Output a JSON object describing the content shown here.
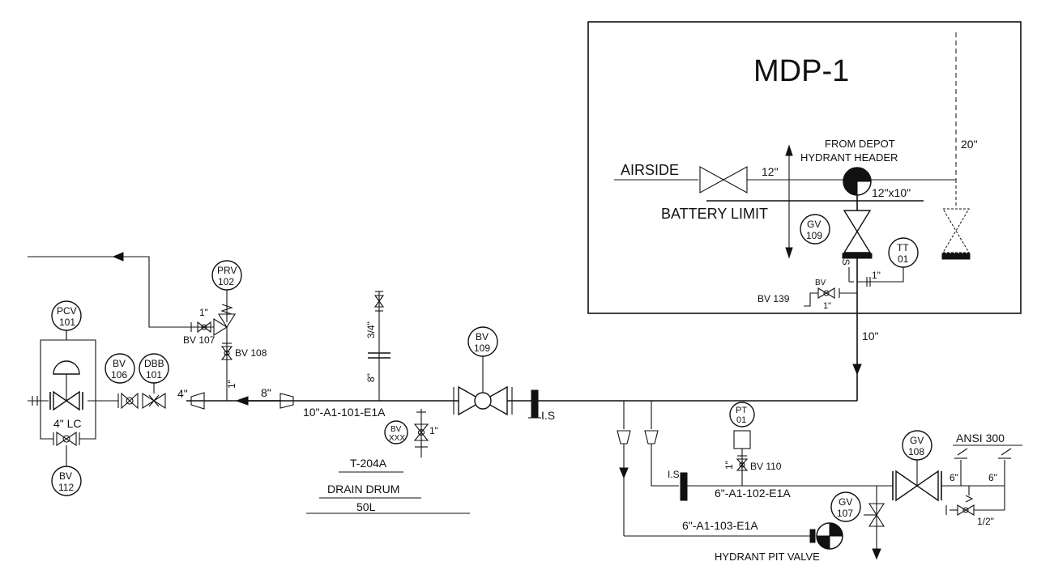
{
  "title": "MDP-1",
  "labels": {
    "airside": "AIRSIDE",
    "battery_limit": "BATTERY LIMIT",
    "from_depot_1": "FROM DEPOT",
    "from_depot_2": "HYDRANT HEADER",
    "size_12": "12\"",
    "size_12x10": "12\"x10\"",
    "size_20": "20\"",
    "size_10": "10\"",
    "size_8": "8\"",
    "size_4": "4\"",
    "size_1_a": "1\"",
    "size_1_b": "1\"",
    "size_1_c": "1\"",
    "size_1_d": "1\"",
    "size_1_e": "1\"",
    "size_1_f": "1\"",
    "size_3_4": "3/4\"",
    "size_8_v": "8\"",
    "size_6_a": "6\"",
    "size_6_b": "6\"",
    "size_1_2": "1/2\"",
    "lc": "4\" LC",
    "is_1": "I.S",
    "is_2": "I.S",
    "is_3": "I.S",
    "line_101": "10\"-A1-101-E1A",
    "line_102": "6\"-A1-102-E1A",
    "line_103": "6\"-A1-103-E1A",
    "ansi": "ANSI 300",
    "hydrant_pit_valve": "HYDRANT PIT VALVE",
    "bv_107": "BV 107",
    "bv_108": "BV 108",
    "bv_110": "BV 110",
    "bv_139": "BV 139",
    "bv_small": "BV",
    "t204a": "T-204A",
    "drain_drum": "DRAIN  DRUM",
    "drum_vol": "50L"
  },
  "instruments": [
    {
      "tag": "PCV",
      "num": "101"
    },
    {
      "tag": "BV",
      "num": "112"
    },
    {
      "tag": "BV",
      "num": "106"
    },
    {
      "tag": "DBB",
      "num": "101"
    },
    {
      "tag": "PRV",
      "num": "102"
    },
    {
      "tag": "BV",
      "num": "109"
    },
    {
      "tag": "BV",
      "num": "XXX"
    },
    {
      "tag": "PT",
      "num": "01"
    },
    {
      "tag": "GV",
      "num": "108"
    },
    {
      "tag": "GV",
      "num": "107"
    },
    {
      "tag": "GV",
      "num": "109"
    },
    {
      "tag": "TT",
      "num": "01"
    }
  ]
}
